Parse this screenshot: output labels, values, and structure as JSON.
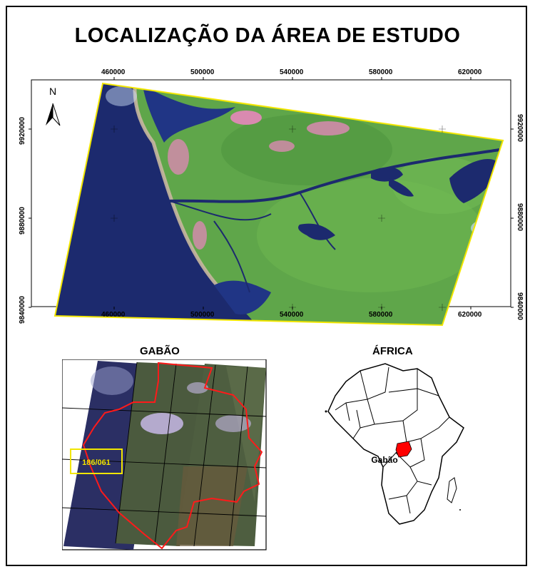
{
  "title": "LOCALIZAÇÃO DA ÁREA DE ESTUDO",
  "main_map": {
    "north_label": "N",
    "x_ticks": [
      "460000",
      "500000",
      "540000",
      "580000",
      "620000"
    ],
    "y_ticks": [
      "9920000",
      "9880000",
      "9840000"
    ],
    "colors": {
      "vegetation": "#5fa64a",
      "water": "#1c2a6e",
      "urban_pink": "#d98ab0",
      "footprint_outline": "#f2e600"
    }
  },
  "gabon_inset": {
    "title": "GABÃO",
    "scene_label": "186/061",
    "colors": {
      "border": "#ff1a1a",
      "scene_box": "#f2e600"
    }
  },
  "africa_inset": {
    "title": "ÁFRICA",
    "country_label": "Gabão",
    "colors": {
      "highlight": "#ff0000"
    }
  }
}
